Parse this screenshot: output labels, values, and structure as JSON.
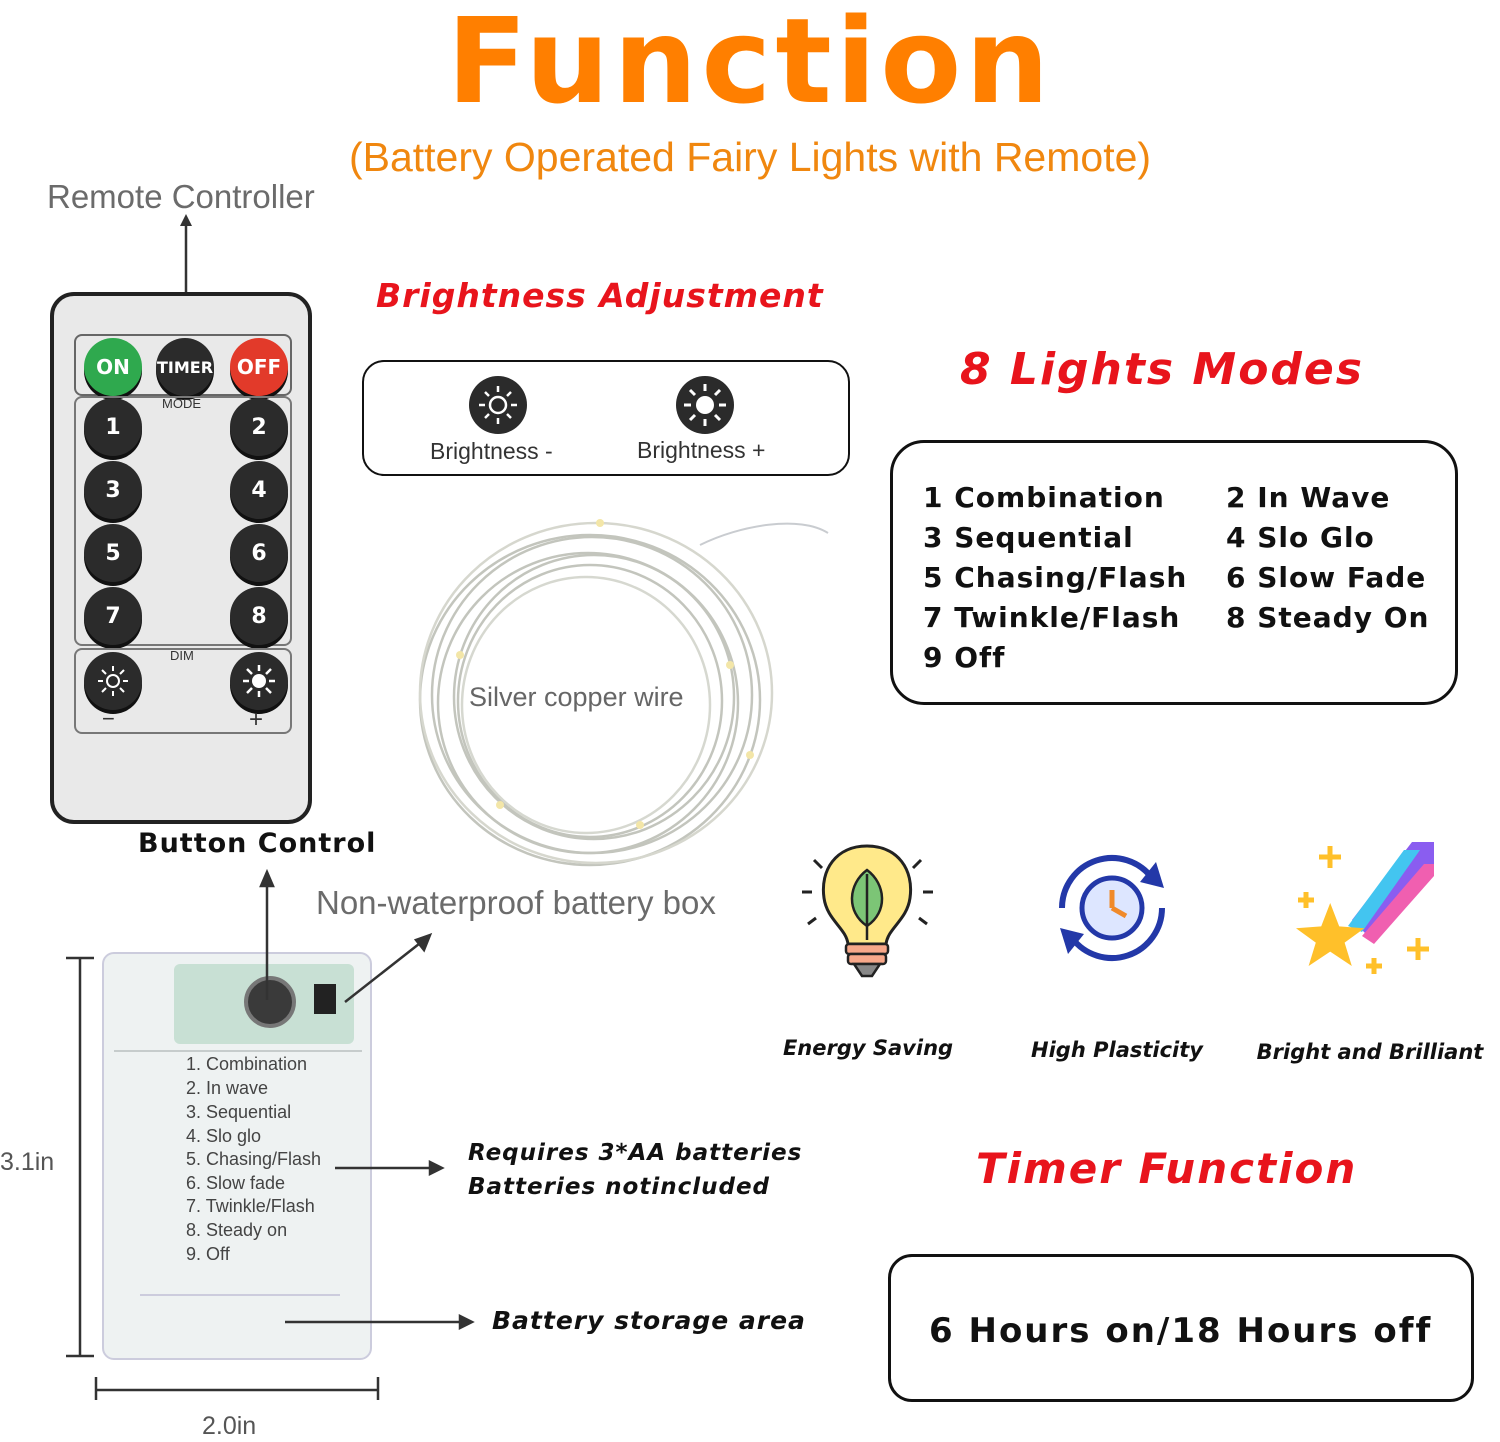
{
  "header": {
    "title": "Function",
    "subtitle": "(Battery Operated Fairy Lights with Remote)"
  },
  "remote": {
    "label": "Remote Controller",
    "on": "ON",
    "timer": "TIMER",
    "off": "OFF",
    "mode_label": "MODE",
    "buttons": [
      "1",
      "2",
      "3",
      "4",
      "5",
      "6",
      "7",
      "8"
    ],
    "dim_label": "DIM",
    "minus": "−",
    "plus": "+"
  },
  "brightness": {
    "heading": "Brightness Adjustment",
    "minus_label": "Brightness -",
    "plus_label": "Brightness +"
  },
  "modes": {
    "heading": "8 Lights Modes",
    "items": [
      "1 Combination",
      "2 In Wave",
      "3 Sequential",
      "4 Slo Glo",
      "5 Chasing/Flash",
      "6 Slow Fade",
      "7 Twinkle/Flash",
      "8 Steady On",
      "9 Off"
    ]
  },
  "wire": {
    "label": "Silver copper wire"
  },
  "battery": {
    "button_control": "Button Control",
    "box_label": "Non-waterproof battery box",
    "list": [
      "1. Combination",
      "2. In wave",
      "3. Sequential",
      "4. Slo glo",
      "5. Chasing/Flash",
      "6. Slow fade",
      "7. Twinkle/Flash",
      "8. Steady on",
      "9. Off"
    ],
    "requires_line1": "Requires 3*AA batteries",
    "requires_line2": "Batteries notincluded",
    "storage": "Battery storage area",
    "height": "3.1in",
    "width": "2.0in"
  },
  "features": [
    {
      "label": "Energy Saving",
      "icon": "lightbulb-leaf-icon"
    },
    {
      "label": "High Plasticity",
      "icon": "clock-refresh-icon"
    },
    {
      "label": "Bright and Brilliant",
      "icon": "shooting-star-icon"
    }
  ],
  "timer": {
    "heading": "Timer Function",
    "text": "6 Hours on/18 Hours off"
  }
}
